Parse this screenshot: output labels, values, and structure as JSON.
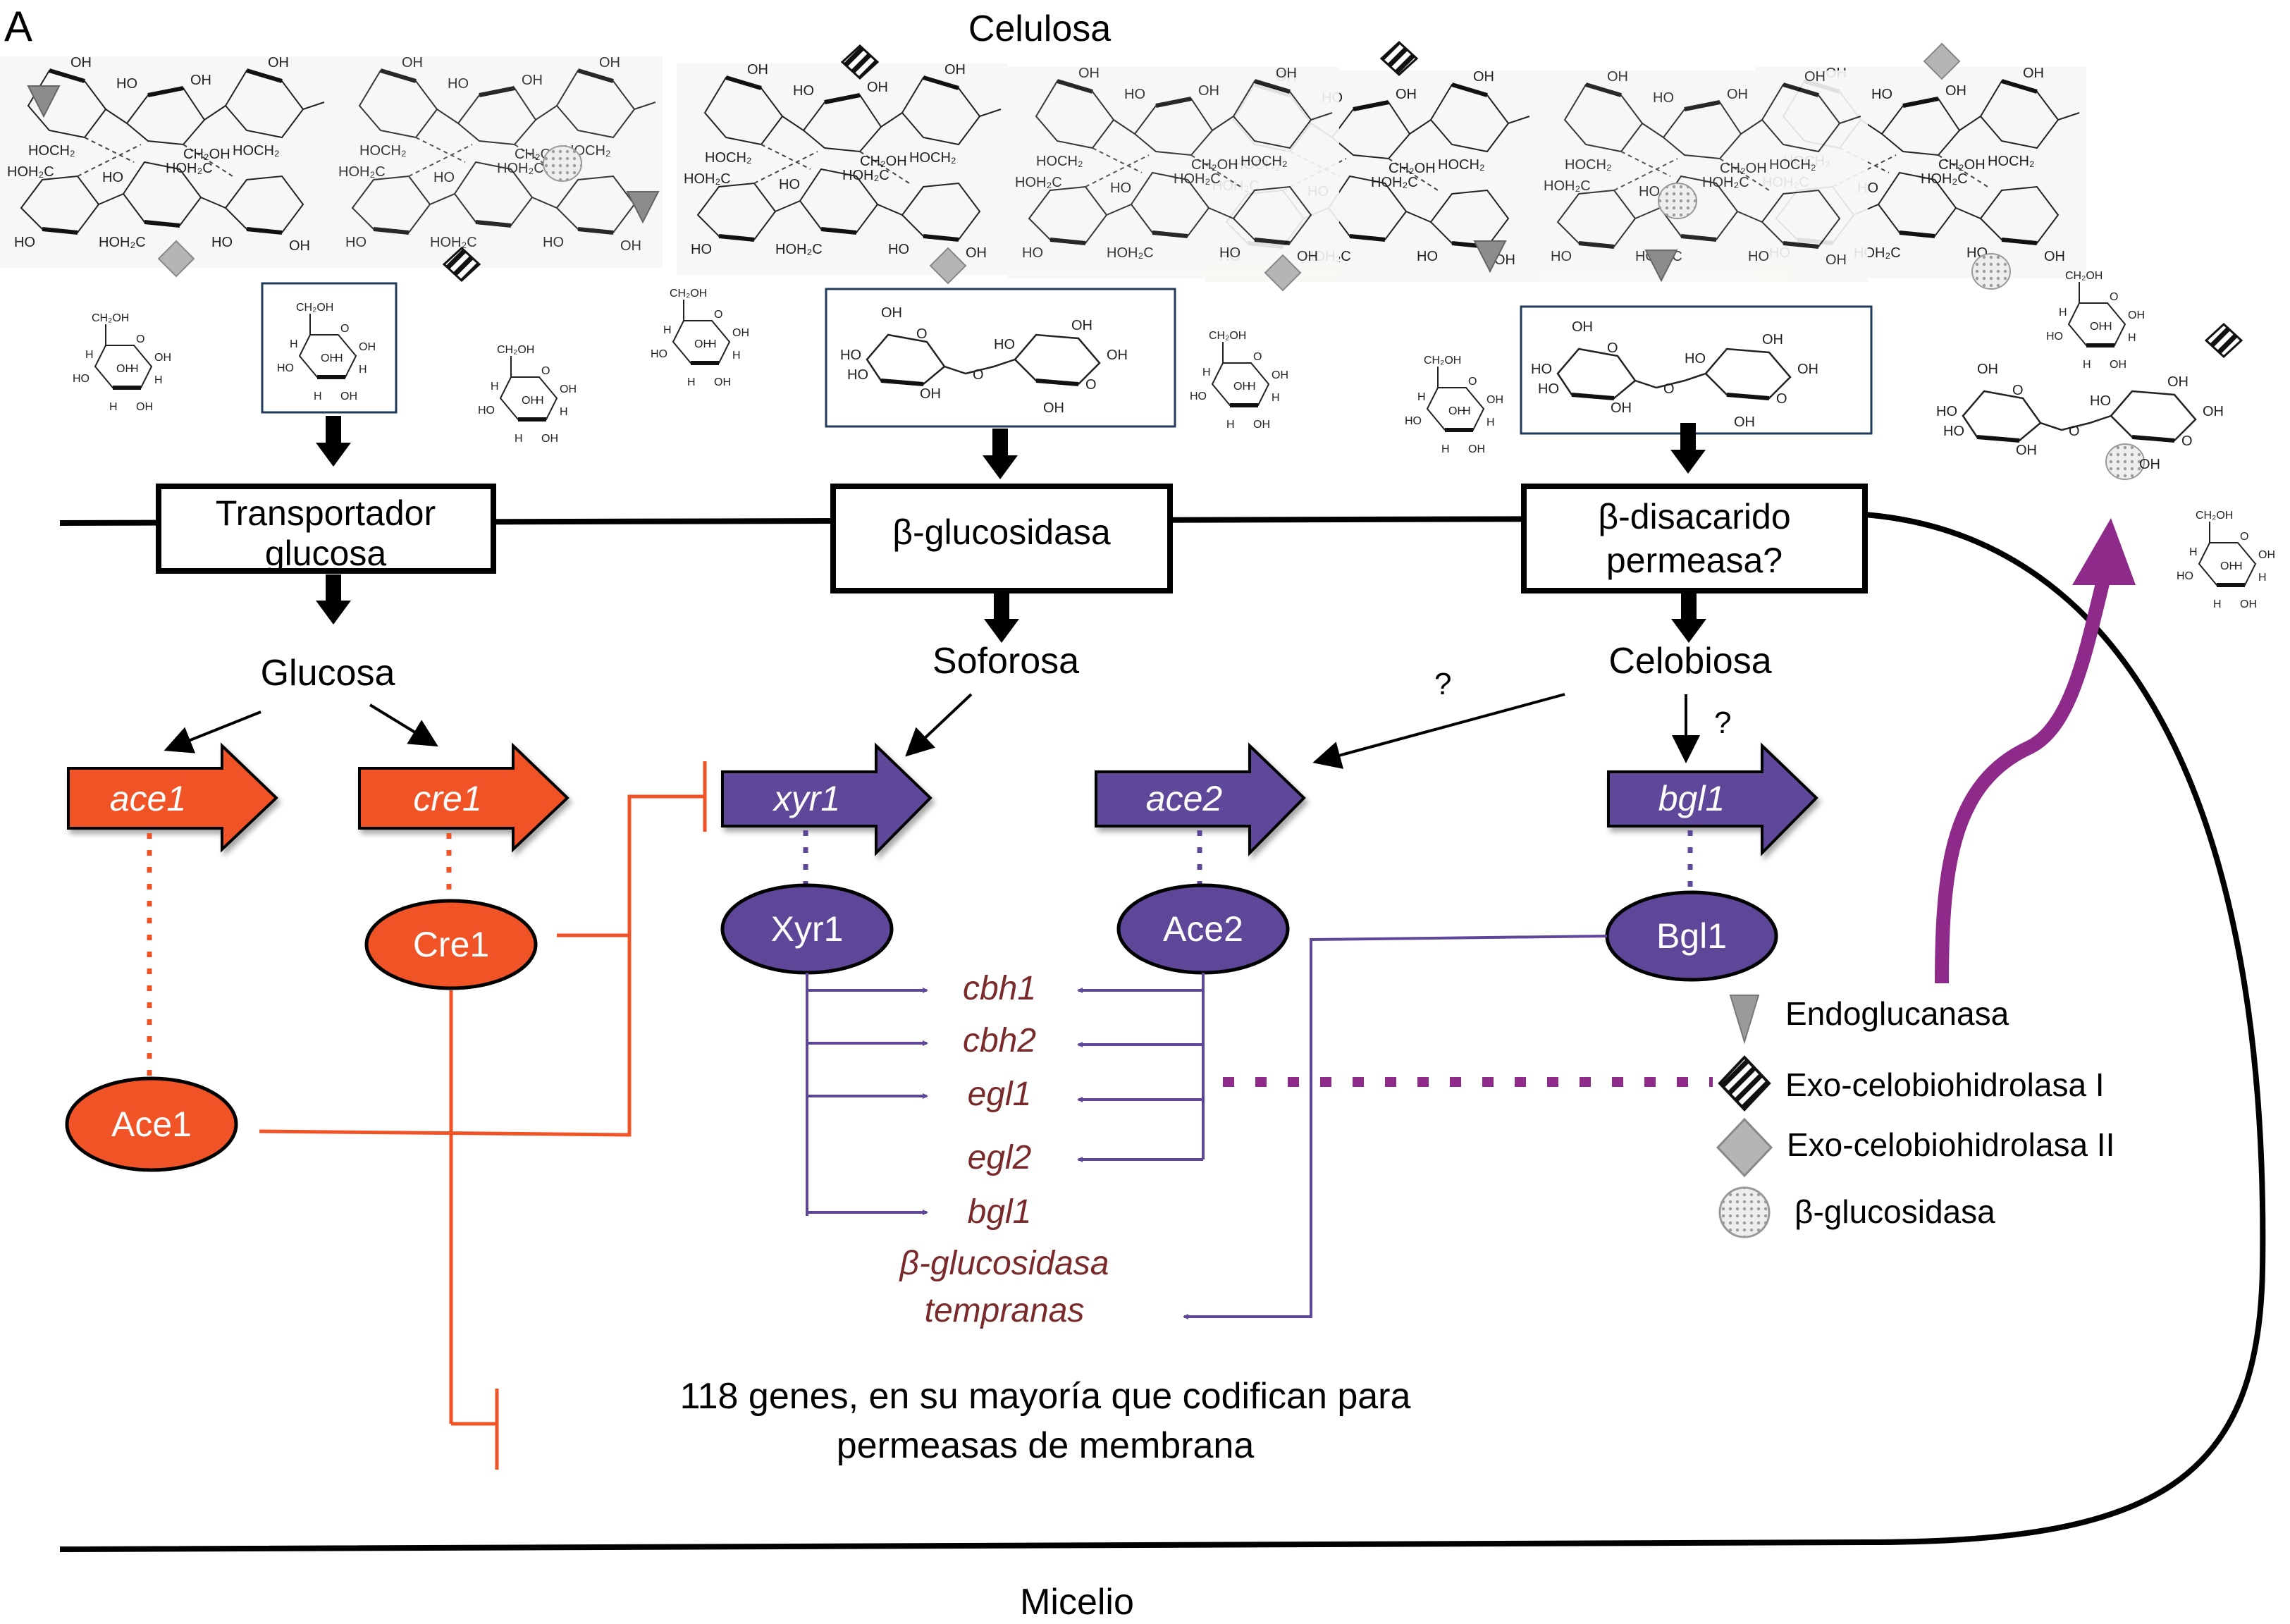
{
  "panel_label": "A",
  "title": "Celulosa",
  "compartment_label": "Micelio",
  "membrane_proteins": [
    {
      "line1": "Transportador",
      "line2": "glucosa"
    },
    {
      "line1": "β-glucosidasa",
      "line2": ""
    },
    {
      "line1": "β-disacarido",
      "line2": "permeasa?"
    }
  ],
  "inducers": [
    "Glucosa",
    "Soforosa",
    "Celobiosa"
  ],
  "unknown_marks": [
    "?",
    "?"
  ],
  "genes": {
    "ace1": "ace1",
    "cre1": "cre1",
    "xyr1": "xyr1",
    "ace2": "ace2",
    "bgl1": "bgl1"
  },
  "proteins": {
    "ace1": "Ace1",
    "cre1": "Cre1",
    "xyr1": "Xyr1",
    "ace2": "Ace2",
    "bgl1": "Bgl1"
  },
  "target_genes": [
    "cbh1",
    "cbh2",
    "egl1",
    "egl2",
    "bgl1"
  ],
  "early_bgl": {
    "line1": "β-glucosidasa",
    "line2": "tempranas"
  },
  "genes_note": {
    "line1": "118 genes, en su mayoría que codifican para",
    "line2": "permeasas de membrana"
  },
  "legend": [
    {
      "symbol": "triangle-down",
      "label": "Endoglucanasa"
    },
    {
      "symbol": "striped-diamond",
      "label": "Exo-celobiohidrolasa I"
    },
    {
      "symbol": "diamond",
      "label": "Exo-celobiohidrolasa II"
    },
    {
      "symbol": "dotted-circle",
      "label": "β-glucosidasa"
    }
  ],
  "colors": {
    "repressor": "#ef5326",
    "activator": "#5e4699",
    "target_text": "#7a2a2a",
    "secretion": "#8e2b8a",
    "enzyme_gray": "#9a9a9a"
  }
}
